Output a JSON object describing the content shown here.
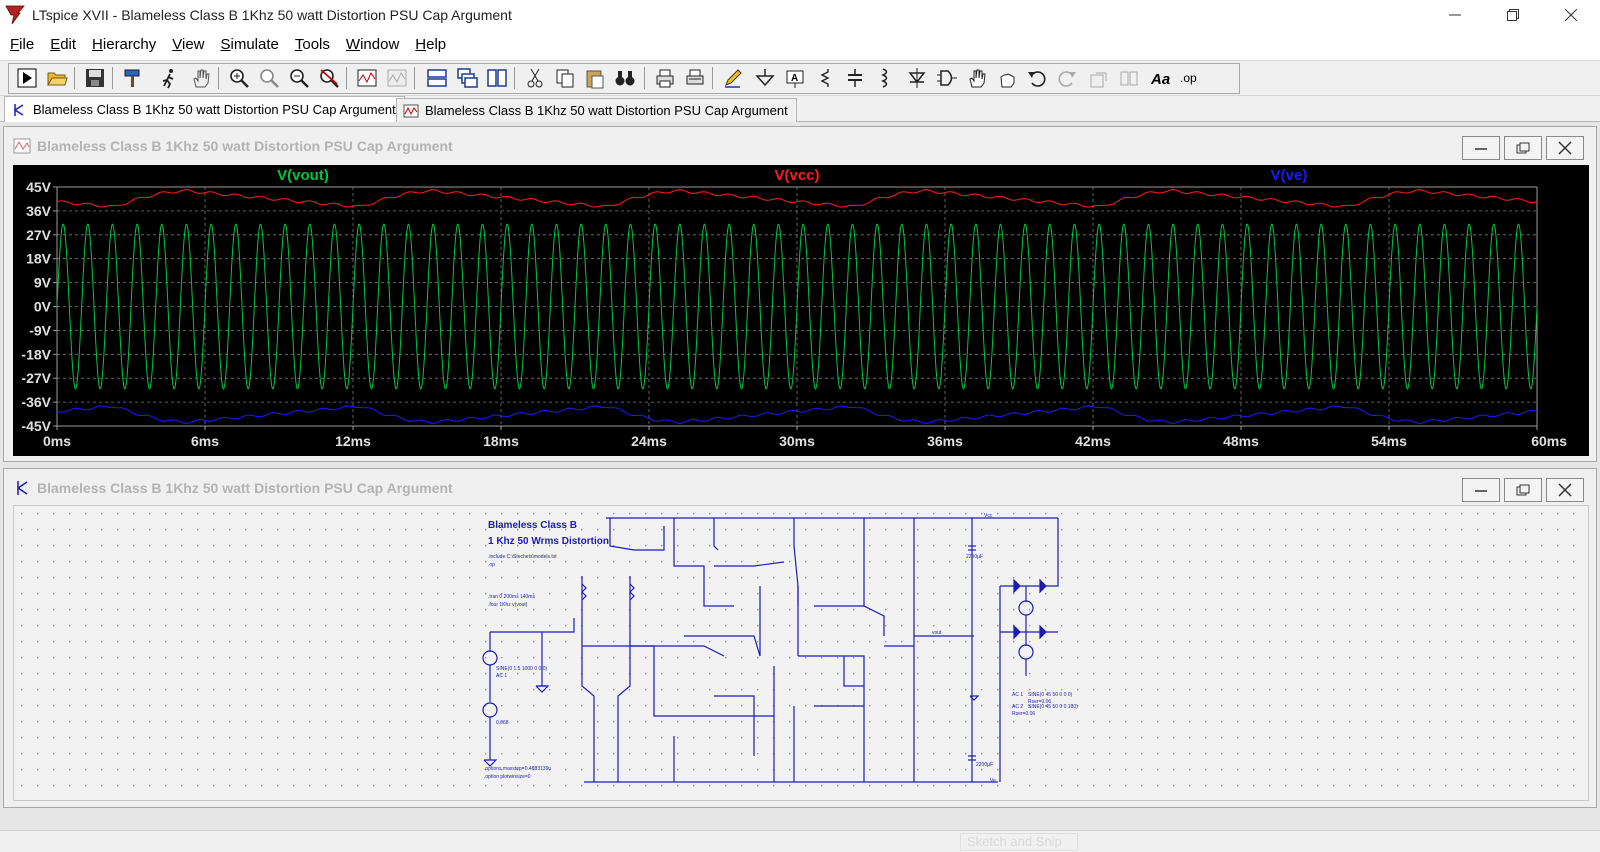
{
  "window": {
    "title": "LTspice XVII - Blameless Class B 1Khz 50 watt Distortion PSU Cap Argument"
  },
  "menu": [
    {
      "label": "File",
      "key": "F"
    },
    {
      "label": "Edit",
      "key": "E"
    },
    {
      "label": "Hierarchy",
      "key": "H"
    },
    {
      "label": "View",
      "key": "V"
    },
    {
      "label": "Simulate",
      "key": "S"
    },
    {
      "label": "Tools",
      "key": "T"
    },
    {
      "label": "Window",
      "key": "W"
    },
    {
      "label": "Help",
      "key": "H"
    }
  ],
  "tabs": [
    {
      "label": "Blameless Class B 1Khz 50 watt Distortion PSU Cap Argument",
      "icon": "schematic-icon",
      "active": true
    },
    {
      "label": "Blameless Class B 1Khz 50 watt Distortion PSU Cap Argument",
      "icon": "waveform-icon",
      "active": false
    }
  ],
  "plot_window": {
    "title": "Blameless Class B 1Khz 50 watt Distortion PSU Cap Argument"
  },
  "schematic_window": {
    "title": "Blameless Class B 1Khz 50 watt Distortion PSU Cap Argument",
    "heading1": "Blameless Class B",
    "heading2": "1 Khz 50 Wrms Distortion",
    "directive_include": ".include C:\\Stechets\\models.txt",
    "directive_op": ".op",
    "directive_tran": ".tran 0 200ms 140ms",
    "directive_four": ".four 1Khz v(vout)",
    "directive_options1": ".options maxstep=0.4883139u",
    "directive_options2": ".option plotwinsize=0",
    "source_v1": "SINE(0 1.5 1000 0 0 0)",
    "source_ac1": "AC 1",
    "source_v4": "0.068",
    "psu_ac1": "AC 1",
    "psu_sine1": "SINE(0 45 50 0 0 0)",
    "psu_rser1": "Rser=0.06",
    "psu_ac2": "AC 2",
    "psu_sine2": "SINE(0 45 50 0 0 180)",
    "psu_rser2": "Rser=0.06",
    "net_vcc": "Vcc",
    "net_ve": "Ve",
    "net_vout": "vout",
    "cap_c7": "2200µF",
    "cap_c5": "2200µF"
  },
  "status": {
    "ghost_text": "Sketch and Snip"
  },
  "colors": {
    "vout": "#00c83c",
    "vcc": "#ff1a1a",
    "ve": "#1a1aff",
    "schematic_wire": "#1c1cb4",
    "plot_bg": "#000000"
  },
  "chart_data": {
    "type": "line",
    "x_label_unit": "ms",
    "xlim": [
      0,
      60
    ],
    "ylim": [
      -45,
      45
    ],
    "x_ticks": [
      "0ms",
      "6ms",
      "12ms",
      "18ms",
      "24ms",
      "30ms",
      "36ms",
      "42ms",
      "48ms",
      "54ms",
      "60ms"
    ],
    "y_ticks": [
      "45V",
      "36V",
      "27V",
      "18V",
      "9V",
      "0V",
      "-9V",
      "-18V",
      "-27V",
      "-36V",
      "-45V"
    ],
    "grid": true,
    "legend_placement": "top",
    "series": [
      {
        "name": "V(vout)",
        "kind": "sine",
        "amplitude_v": 31,
        "frequency_hz": 1000,
        "color": "#00c83c"
      },
      {
        "name": "V(vcc)",
        "kind": "rail",
        "dc_v": 38.5,
        "ripple_peak_v": 43.5,
        "ripple_min_v": 37.5,
        "ripple_period_ms": 10,
        "color": "#ff1a1a"
      },
      {
        "name": "V(ve)",
        "kind": "rail",
        "dc_v": -38.5,
        "ripple_peak_v": -43.5,
        "ripple_min_v": -37.5,
        "ripple_period_ms": 10,
        "color": "#1a1aff"
      }
    ]
  }
}
